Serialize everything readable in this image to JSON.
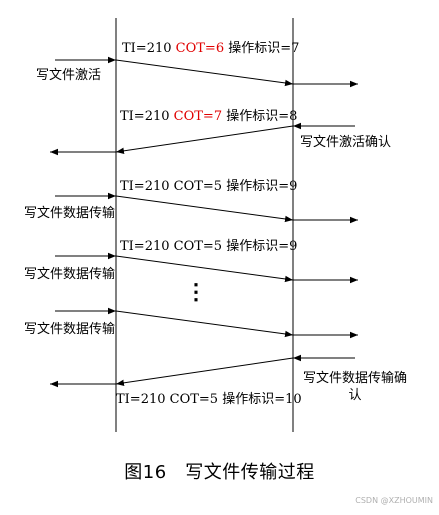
{
  "messages": [
    {
      "id": "m1",
      "pre": "TI=210 ",
      "cot": "COT=6",
      "post": " 操作标识=7"
    },
    {
      "id": "m2",
      "pre": "TI=210 ",
      "cot": "COT=7",
      "post": " 操作标识=8"
    },
    {
      "id": "m3",
      "text": "TI=210 COT=5 操作标识=9"
    },
    {
      "id": "m4",
      "text": "TI=210 COT=5 操作标识=9"
    },
    {
      "id": "m5",
      "text": "TI=210 COT=5 操作标识=10"
    }
  ],
  "side_labels": {
    "l1": "写文件激活",
    "r2": "写文件激活确认",
    "l3": "写文件数据传输",
    "l4": "写文件数据传输",
    "l5": "写文件数据传输",
    "r6": "写文件数据传输确认"
  },
  "ellipsis": "⋮",
  "caption": "图16　写文件传输过程",
  "watermark": "CSDN @XZHOUMIN"
}
